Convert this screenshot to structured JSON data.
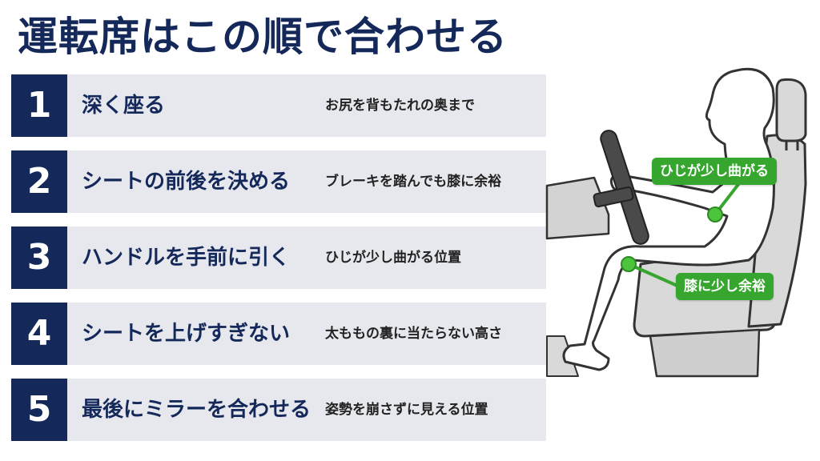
{
  "title": "運転席はこの順で合わせる",
  "steps": [
    {
      "number": "1",
      "title": "深く座る",
      "description": "お尻を背もたれの奥まで"
    },
    {
      "number": "2",
      "title": "シートの前後を決める",
      "description": "ブレーキを踏んでも膝に余裕"
    },
    {
      "number": "3",
      "title": "ハンドルを手前に引く",
      "description": "ひじが少し曲がる位置"
    },
    {
      "number": "4",
      "title": "シートを上げすぎない",
      "description": "太ももの裏に当たらない高さ"
    },
    {
      "number": "5",
      "title": "最後にミラーを合わせる",
      "description": "姿勢を崩さずに見える位置"
    }
  ],
  "illustration": {
    "callouts": {
      "elbow": "ひじが少し曲がる",
      "knee": "膝に少し余裕"
    }
  },
  "colors": {
    "navy": "#14285a",
    "row_bg": "#e6e8ed",
    "accent_green": "#36a62e",
    "seat_gray": "#d9d9d9"
  }
}
